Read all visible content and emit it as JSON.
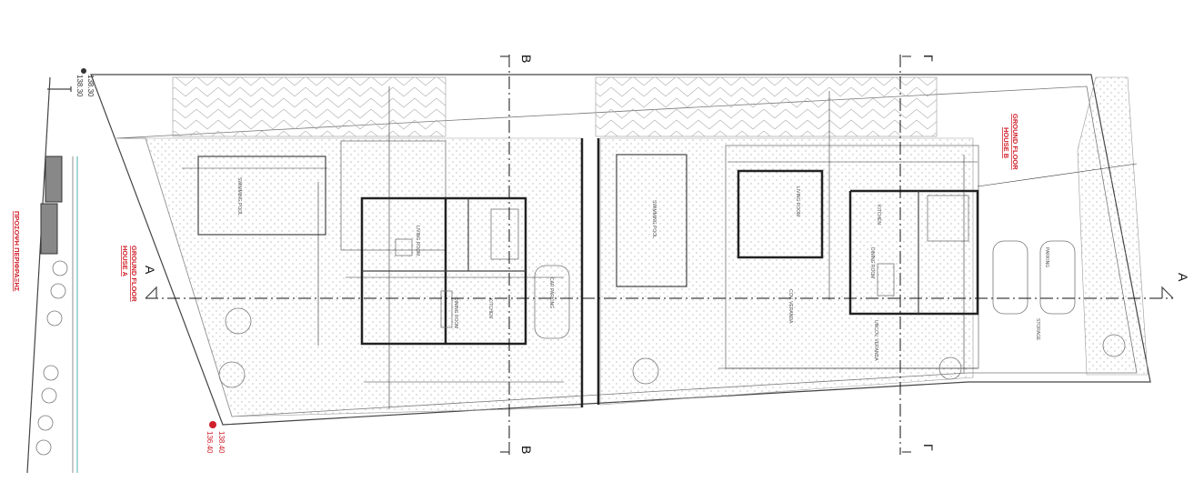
{
  "drawing": {
    "fence_elevation_title": "ΠΡΟΣΟΨΗ ΠΕΡΙΦΡΑΞΗΣ",
    "house_a": {
      "floor": "GROUND FLOOR",
      "name": "HOUSE A"
    },
    "house_b": {
      "floor": "GROUND FLOOR",
      "name": "HOUSE B"
    },
    "levels": {
      "top_left_1": "138.30",
      "top_left_2": "138.30",
      "bottom_1": "138.40",
      "bottom_2": "136.40"
    },
    "sections": {
      "a": "A",
      "b": "B",
      "g": "Γ"
    },
    "rooms": {
      "living_a": "LIVING ROOM",
      "dining_a": "DINING ROOM",
      "kitchen_a": "KITCHEN",
      "pool_a": "SWIMMING POOL",
      "car_parking_a": "CAR PARKING",
      "pool_b": "SWIMMING POOL",
      "living_b": "LIVING ROOM",
      "dining_b": "DINING ROOM",
      "kitchen_b": "KITCHEN",
      "cov_veranda_b": "COV. VERANDA",
      "uncov_veranda_b": "UNCOV. VERANDA",
      "parking_b": "PARKING",
      "storage_b": "STORAGE"
    },
    "colors": {
      "annotation": "#d0202a",
      "dimension": "#3aa8a8"
    }
  }
}
